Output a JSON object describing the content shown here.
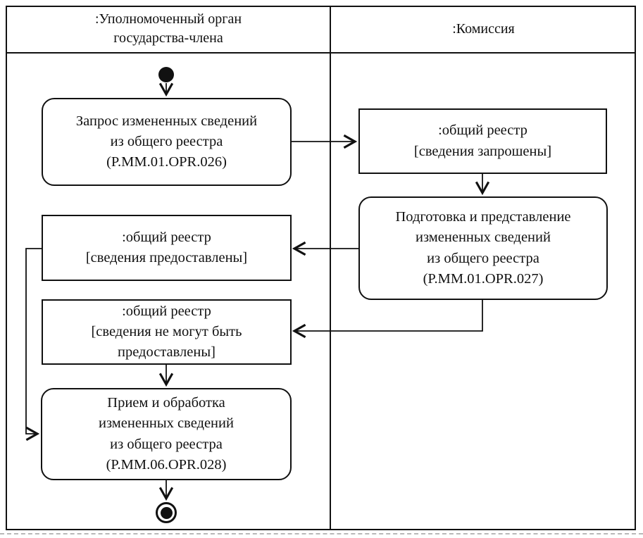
{
  "diagram_type": "uml-activity-swimlane",
  "lanes": {
    "left": {
      "title": ":Уполномоченный орган\nгосударства-члена"
    },
    "right": {
      "title": ":Комиссия"
    }
  },
  "nodes": {
    "request_changed_info": {
      "kind": "activity",
      "text": "Запрос измененных сведений\nиз общего реестра\n(P.MM.01.OPR.026)"
    },
    "registry_requested": {
      "kind": "object",
      "text": ":общий реестр\n[сведения запрошены]"
    },
    "prepare_submit_info": {
      "kind": "activity",
      "text": "Подготовка и представление\nизмененных сведений\nиз общего реестра\n(P.MM.01.OPR.027)"
    },
    "registry_provided": {
      "kind": "object",
      "text": ":общий реестр\n[сведения предоставлены]"
    },
    "registry_not_provided": {
      "kind": "object",
      "text": ":общий реестр\n[сведения не могут быть\nпредоставлены]"
    },
    "receive_process_info": {
      "kind": "activity",
      "text": "Прием и обработка\nизмененных сведений\nиз общего реестра\n(P.MM.06.OPR.028)"
    }
  },
  "colors": {
    "line": "#111111",
    "background": "#ffffff"
  }
}
